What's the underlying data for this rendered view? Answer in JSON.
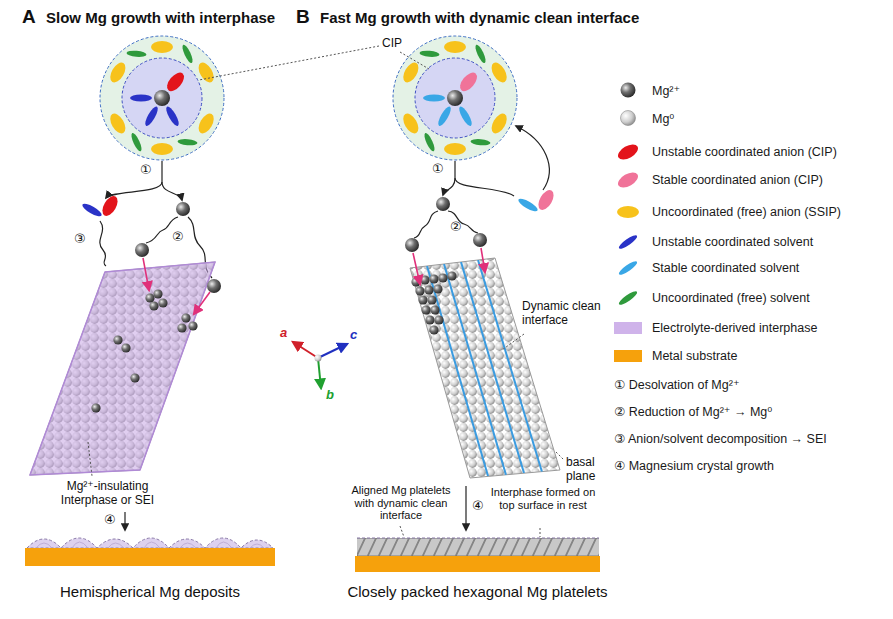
{
  "diagram": {
    "labels": [
      "A",
      "Slow Mg growth with interphase",
      "B",
      "Fast Mg growth with dynamic clean interface",
      "CIP",
      "①",
      "①",
      "③",
      "②",
      "②",
      "Dynamic clean interface",
      "a",
      "c",
      "b",
      "Mg²⁺-insulating Interphase or SEI",
      "basal plane",
      "④",
      "④",
      "Aligned Mg platelets with dynamic clean interface",
      "Interphase formed on top surface in rest",
      "Hemispherical Mg deposits",
      "Closely packed hexagonal Mg platelets"
    ],
    "legend": [
      {
        "text": "Mg²⁺"
      },
      {
        "text": "Mg⁰"
      },
      {
        "text": "Unstable coordinated anion (CIP)",
        "color": "#e3141b"
      },
      {
        "text": "Stable coordinated anion (CIP)",
        "color": "#f07399"
      },
      {
        "text": "Uncoordinated (free) anion (SSIP)",
        "color": "#f7c21b"
      },
      {
        "text": "Unstable coordinated solvent",
        "color": "#2a33c7"
      },
      {
        "text": "Stable coordinated solvent",
        "color": "#39a7e6"
      },
      {
        "text": "Uncoordinated (free) solvent",
        "color": "#2f9a3c"
      },
      {
        "text": "Electrolyte-derived interphase",
        "color": "#cfb3ea"
      },
      {
        "text": "Metal substrate",
        "color": "#f6a10c"
      },
      {
        "text": "① Desolvation of Mg²⁺"
      },
      {
        "text": "② Reduction of Mg²⁺ → Mg⁰"
      },
      {
        "text": "③ Anion/solvent decomposition → SEI"
      },
      {
        "text": "④ Magnesium crystal growth"
      }
    ]
  }
}
